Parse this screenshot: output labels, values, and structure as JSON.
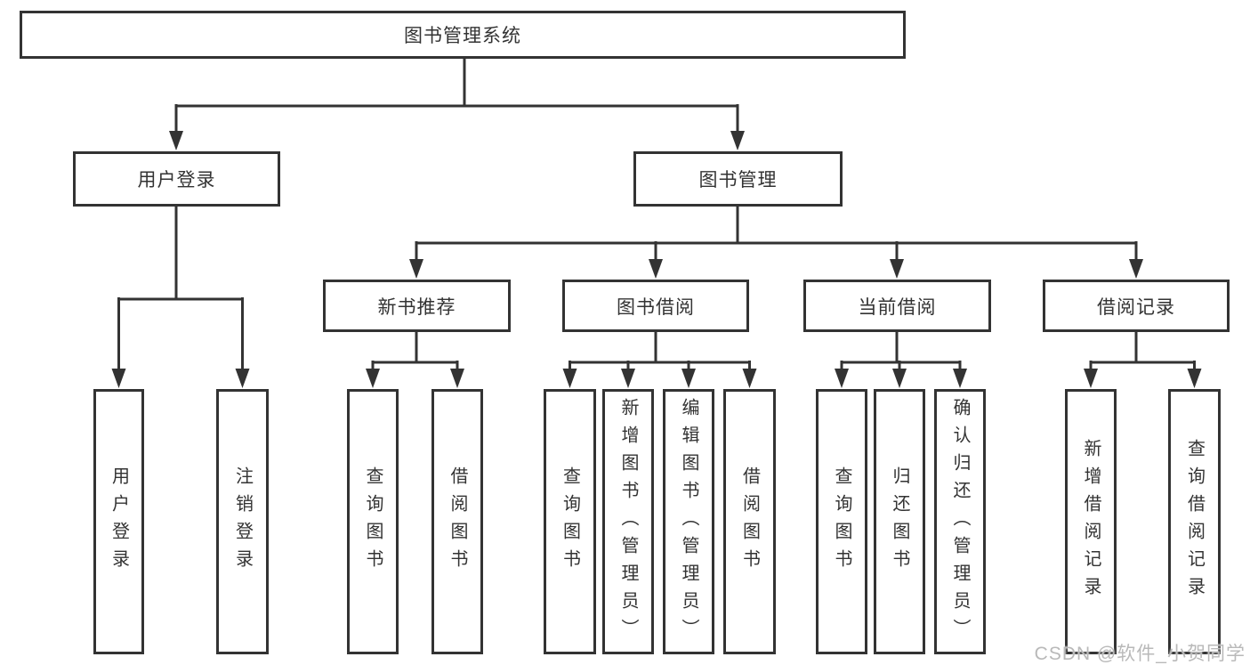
{
  "diagram": {
    "root": {
      "label": "图书管理系统"
    },
    "level2": [
      {
        "label": "用户登录"
      },
      {
        "label": "图书管理"
      }
    ],
    "level3": [
      {
        "label": "新书推荐"
      },
      {
        "label": "图书借阅"
      },
      {
        "label": "当前借阅"
      },
      {
        "label": "借阅记录"
      }
    ],
    "leaves": {
      "user_login": [
        "用户登录",
        "注销登录"
      ],
      "new_book_recommend": [
        "查询图书",
        "借阅图书"
      ],
      "book_borrow": [
        "查询图书",
        "新增图书（管理员）",
        "编辑图书（管理员）",
        "借阅图书"
      ],
      "current_borrow": [
        "查询图书",
        "归还图书",
        "确认归还（管理员）"
      ],
      "borrow_records": [
        "新增借阅记录",
        "查询借阅记录"
      ]
    }
  },
  "watermark": {
    "text": "CSDN @软件_小贺同学",
    "color": "#b9b9b9"
  },
  "colors": {
    "line": "#333333",
    "box_border": "#333333",
    "text": "#333333",
    "background": "#ffffff"
  }
}
